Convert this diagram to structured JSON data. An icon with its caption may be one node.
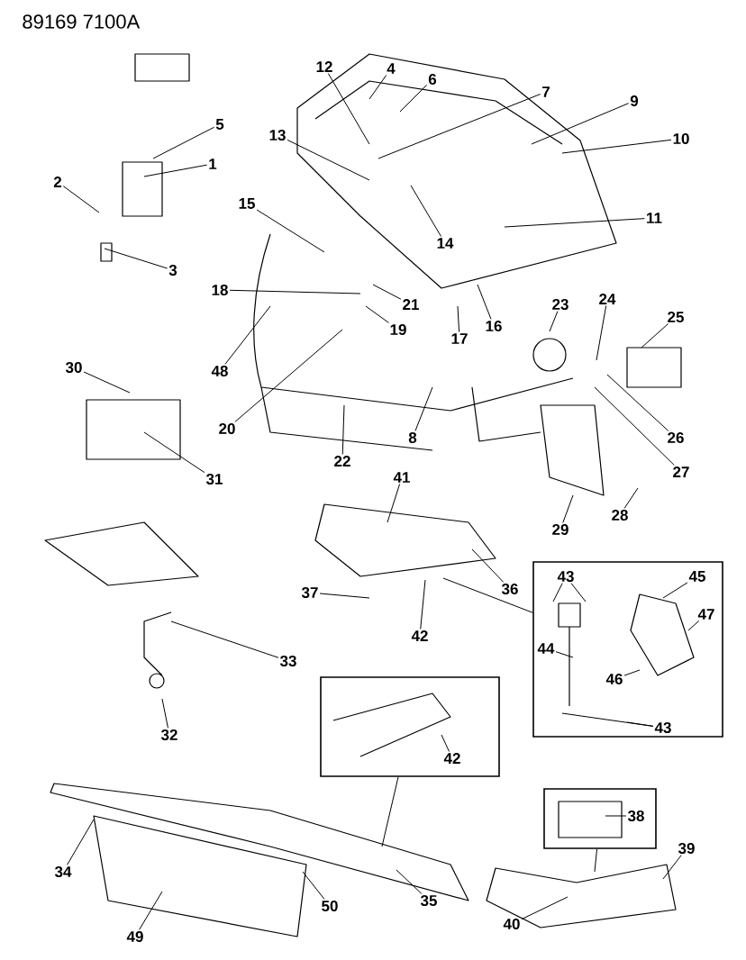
{
  "diagram": {
    "title": "89169 7100A",
    "nodes": [
      {
        "text": [],
        "shape": "box"
      },
      {
        "text": [],
        "shape": "box"
      },
      {
        "text": [],
        "shape": "box"
      },
      {
        "text": [
          "1"
        ]
      },
      {
        "text": [
          "2"
        ]
      },
      {
        "text": [
          "3"
        ]
      },
      {
        "text": [
          "4"
        ]
      },
      {
        "text": [
          "5"
        ]
      },
      {
        "text": [
          "6"
        ]
      },
      {
        "text": [
          "7"
        ]
      },
      {
        "text": [
          "8"
        ]
      },
      {
        "text": [
          "9"
        ]
      },
      {
        "text": [
          "10"
        ]
      },
      {
        "text": [
          "11"
        ]
      },
      {
        "text": [
          "12"
        ]
      },
      {
        "text": [
          "13"
        ]
      },
      {
        "text": [
          "14"
        ]
      },
      {
        "text": [
          "15"
        ]
      },
      {
        "text": [
          "16"
        ]
      },
      {
        "text": [
          "17"
        ]
      },
      {
        "text": [
          "18"
        ]
      },
      {
        "text": [
          "19"
        ]
      },
      {
        "text": [
          "20"
        ]
      },
      {
        "text": [
          "21"
        ]
      },
      {
        "text": [
          "22"
        ]
      },
      {
        "text": [
          "23"
        ]
      },
      {
        "text": [
          "24"
        ]
      },
      {
        "text": [
          "25"
        ]
      },
      {
        "text": [
          "26"
        ]
      },
      {
        "text": [
          "27"
        ]
      },
      {
        "text": [
          "28"
        ]
      },
      {
        "text": [
          "29"
        ]
      },
      {
        "text": [
          "30"
        ]
      },
      {
        "text": [
          "31"
        ]
      },
      {
        "text": [
          "32"
        ]
      },
      {
        "text": [
          "33"
        ]
      },
      {
        "text": [
          "34"
        ]
      },
      {
        "text": [
          "35"
        ]
      },
      {
        "text": [
          "36"
        ]
      },
      {
        "text": [
          "37"
        ]
      },
      {
        "text": [
          "38"
        ],
        "in": 2
      },
      {
        "text": [
          "39"
        ]
      },
      {
        "text": [
          "40"
        ]
      },
      {
        "text": [
          "41"
        ]
      },
      {
        "text": [
          "42"
        ]
      },
      {
        "text": [
          "42"
        ],
        "in": 1
      },
      {
        "text": [
          "43"
        ],
        "in": 0
      },
      {
        "text": [
          "43"
        ],
        "in": 0
      },
      {
        "text": [
          "44"
        ],
        "in": 0
      },
      {
        "text": [
          "45"
        ],
        "in": 0
      },
      {
        "text": [
          "46"
        ],
        "in": 0
      },
      {
        "text": [
          "47"
        ],
        "in": 0
      },
      {
        "text": [
          "48"
        ]
      },
      {
        "text": [
          "49"
        ]
      },
      {
        "text": [
          "50"
        ]
      }
    ],
    "edges": [
      {
        "from": 3,
        "to": null,
        "arrow": "none"
      },
      {
        "from": 4,
        "to": null,
        "arrow": "none"
      },
      {
        "from": 5,
        "to": null,
        "arrow": "none"
      },
      {
        "from": 6,
        "to": null,
        "arrow": "none"
      },
      {
        "from": 7,
        "to": null,
        "arrow": "none"
      },
      {
        "from": 8,
        "to": null,
        "arrow": "none"
      },
      {
        "from": 9,
        "to": null,
        "arrow": "none"
      },
      {
        "from": 10,
        "to": null,
        "arrow": "none"
      },
      {
        "from": 11,
        "to": null,
        "arrow": "none"
      },
      {
        "from": 12,
        "to": null,
        "arrow": "none"
      },
      {
        "from": 13,
        "to": null,
        "arrow": "none"
      },
      {
        "from": 14,
        "to": null,
        "arrow": "none"
      },
      {
        "from": 15,
        "to": null,
        "arrow": "none"
      },
      {
        "from": 16,
        "to": null,
        "arrow": "none"
      },
      {
        "from": 17,
        "to": null,
        "arrow": "none"
      },
      {
        "from": 18,
        "to": null,
        "arrow": "none"
      },
      {
        "from": 19,
        "to": null,
        "arrow": "none"
      },
      {
        "from": 20,
        "to": null,
        "arrow": "none"
      },
      {
        "from": 21,
        "to": null,
        "arrow": "none"
      },
      {
        "from": 22,
        "to": null,
        "arrow": "none"
      },
      {
        "from": 23,
        "to": null,
        "arrow": "none"
      },
      {
        "from": 24,
        "to": null,
        "arrow": "none"
      },
      {
        "from": 25,
        "to": null,
        "arrow": "none"
      },
      {
        "from": 26,
        "to": null,
        "arrow": "none"
      },
      {
        "from": 27,
        "to": null,
        "arrow": "none"
      },
      {
        "from": 28,
        "to": null,
        "arrow": "none"
      },
      {
        "from": 29,
        "to": null,
        "arrow": "none"
      },
      {
        "from": 30,
        "to": null,
        "arrow": "none"
      },
      {
        "from": 31,
        "to": null,
        "arrow": "none"
      },
      {
        "from": 32,
        "to": null,
        "arrow": "none"
      },
      {
        "from": 33,
        "to": null,
        "arrow": "none"
      },
      {
        "from": 34,
        "to": null,
        "arrow": "none"
      },
      {
        "from": 35,
        "to": null,
        "arrow": "none"
      },
      {
        "from": 36,
        "to": null,
        "arrow": "none"
      },
      {
        "from": 37,
        "to": null,
        "arrow": "none"
      },
      {
        "from": 38,
        "to": null,
        "arrow": "none"
      },
      {
        "from": 39,
        "to": null,
        "arrow": "none"
      },
      {
        "from": 40,
        "to": null,
        "arrow": "none"
      },
      {
        "from": 41,
        "to": null,
        "arrow": "none"
      },
      {
        "from": 42,
        "to": null,
        "arrow": "none"
      },
      {
        "from": 43,
        "to": null,
        "arrow": "none"
      },
      {
        "from": 44,
        "to": null,
        "arrow": "none"
      },
      {
        "from": 45,
        "to": null,
        "arrow": "none"
      },
      {
        "from": 46,
        "to": null,
        "arrow": "none"
      },
      {
        "from": 47,
        "to": null,
        "arrow": "none"
      },
      {
        "from": 48,
        "to": null,
        "arrow": "none"
      },
      {
        "from": 49,
        "to": null,
        "arrow": "none"
      },
      {
        "from": 50,
        "to": null,
        "arrow": "none"
      },
      {
        "from": 51,
        "to": null,
        "arrow": "none"
      },
      {
        "from": 52,
        "to": null,
        "arrow": "none"
      },
      {
        "from": 53,
        "to": null,
        "arrow": "none"
      },
      {
        "from": 54,
        "to": null,
        "arrow": "none"
      },
      {
        "from": 46,
        "to": null,
        "arrow": "none"
      },
      {
        "from": 47,
        "to": null,
        "arrow": "none"
      },
      {
        "from": 0,
        "to": null,
        "arrow": "none"
      },
      {
        "from": 1,
        "to": null,
        "arrow": "none"
      },
      {
        "from": 2,
        "to": null,
        "arrow": "none"
      }
    ]
  }
}
